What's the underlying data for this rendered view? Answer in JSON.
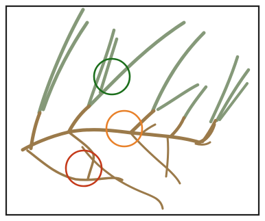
{
  "colors": {
    "background": "#ffffff",
    "frame": "#1f1f1f",
    "root": "#9b7a4a",
    "shoot": "#7e9372",
    "marker_green": "#1b6e1b",
    "marker_orange": "#e8812a",
    "marker_red": "#c43a1a"
  },
  "markers": [
    {
      "name": "green-circle-marker",
      "color_key": "marker_green"
    },
    {
      "name": "orange-circle-marker",
      "color_key": "marker_orange"
    },
    {
      "name": "red-circle-marker",
      "color_key": "marker_red"
    }
  ]
}
